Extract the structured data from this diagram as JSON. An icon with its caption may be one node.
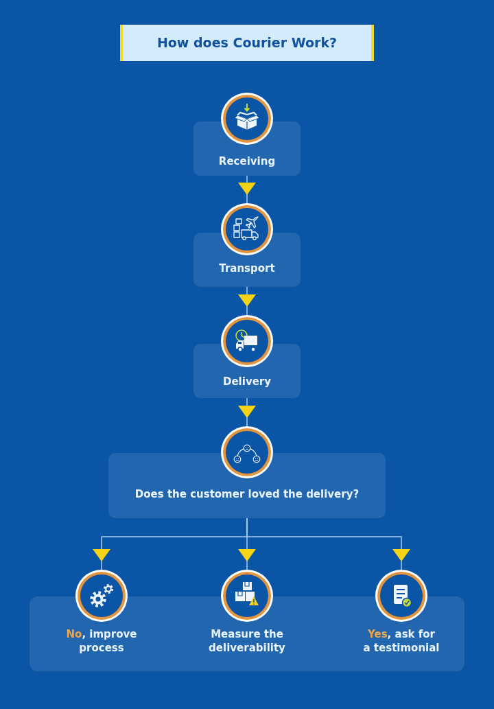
{
  "diagram": {
    "title": "How does Courier Work?",
    "nodes": [
      {
        "text": [
          "Receiving"
        ]
      },
      {
        "text": [
          "Transport"
        ]
      },
      {
        "text": [
          "Delivery"
        ]
      },
      {
        "text": [
          "Does the customer loved the delivery?"
        ]
      },
      {
        "text": [],
        "shape": "circle"
      },
      {
        "text": [],
        "shape": "circle"
      },
      {
        "text": [],
        "shape": "circle"
      },
      {
        "text": [],
        "shape": "box"
      },
      {
        "text": [
          "**No**, improve process"
        ],
        "in": 7
      },
      {
        "text": [
          "Measure the deliverability"
        ],
        "in": 7
      },
      {
        "text": [
          "**Yes**, ask for a testimonial"
        ],
        "in": 7
      }
    ],
    "edges": [
      {
        "from": 0,
        "to": 1,
        "arrow": "to"
      },
      {
        "from": 1,
        "to": 2,
        "arrow": "to"
      },
      {
        "from": 2,
        "to": 3,
        "arrow": "to"
      },
      {
        "from": 3,
        "to": 4,
        "arrow": "to"
      },
      {
        "from": 3,
        "to": 5,
        "arrow": "to"
      },
      {
        "from": 3,
        "to": 6,
        "arrow": "to"
      }
    ]
  }
}
